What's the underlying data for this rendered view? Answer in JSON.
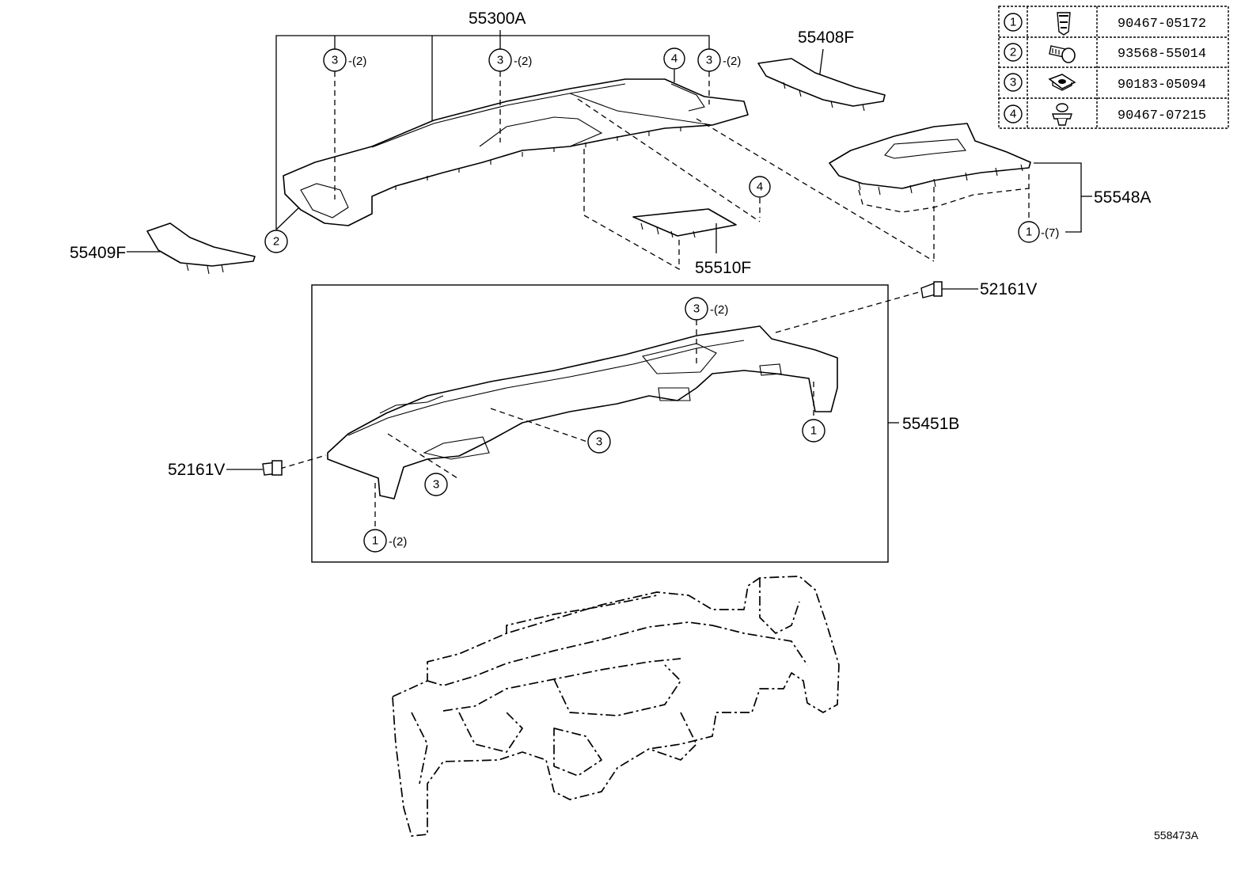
{
  "callouts": {
    "p55300A": "55300A",
    "p55408F": "55408F",
    "p55409F": "55409F",
    "p55510F": "55510F",
    "p55548A": "55548A",
    "p52161V_right": "52161V",
    "p52161V_left": "52161V",
    "p55451B": "55451B"
  },
  "markers": {
    "clip_1": "1",
    "screw_2": "2",
    "nut_3": "3",
    "clip_4": "4"
  },
  "quantities": {
    "q_top_3a": "-(2)",
    "q_top_3b": "-(2)",
    "q_top_3c": "-(2)",
    "q_548A_1": "-(7)",
    "q_451B_3": "-(2)",
    "q_451B_1": "-(2)"
  },
  "fastener_table": [
    {
      "ref": "1",
      "part_no": "90467-05172",
      "icon": "clip-icon"
    },
    {
      "ref": "2",
      "part_no": "93568-55014",
      "icon": "screw-icon"
    },
    {
      "ref": "3",
      "part_no": "90183-05094",
      "icon": "nut-icon"
    },
    {
      "ref": "4",
      "part_no": "90467-07215",
      "icon": "push-clip-icon"
    }
  ],
  "diagram_id": "558473A"
}
